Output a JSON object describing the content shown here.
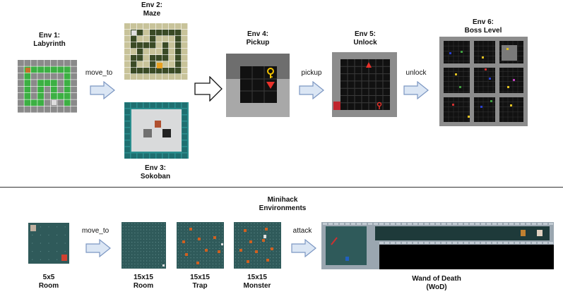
{
  "top": {
    "env1": {
      "title": "Env 1:",
      "name": "Labyrinth"
    },
    "env2": {
      "title": "Env 2:",
      "name": "Maze"
    },
    "env3": {
      "title": "Env 3:",
      "name": "Sokoban"
    },
    "env4": {
      "title": "Env 4:",
      "name": "Pickup"
    },
    "env5": {
      "title": "Env 5:",
      "name": "Unlock"
    },
    "env6": {
      "title": "Env 6:",
      "name": "Boss Level"
    },
    "edges": {
      "move_to": "move_to",
      "pickup": "pickup",
      "unlock": "unlock"
    }
  },
  "bottom": {
    "header": {
      "line1": "Minihack",
      "line2": "Environments"
    },
    "edges": {
      "move_to": "move_to",
      "attack": "attack"
    },
    "room5": {
      "line1": "5x5",
      "line2": "Room"
    },
    "room15": {
      "line1": "15x15",
      "line2": "Room"
    },
    "trap15": {
      "line1": "15x15",
      "line2": "Trap"
    },
    "monster15": {
      "line1": "15x15",
      "line2": "Monster"
    },
    "wod": {
      "line1": "Wand of Death",
      "line2": "(WoD)"
    }
  },
  "colors": {
    "arrow_fill": "#dbe6f4",
    "arrow_stroke": "#7b96c2",
    "grass": "#3cb043",
    "stone": "#8a8a8a",
    "minihack_floor": "#2f5a5a",
    "teal_wall": "#2b8f8f"
  }
}
